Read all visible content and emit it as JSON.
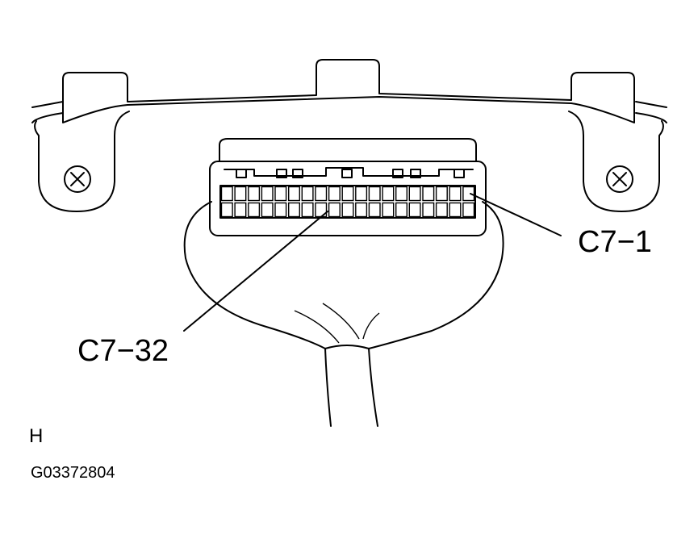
{
  "labels": {
    "pin_first": "C7−1",
    "pin_last": "C7−32",
    "view": "H",
    "figure_code": "G03372804"
  },
  "connector": {
    "cavity_rows": 2,
    "cavity_columns": 19
  }
}
